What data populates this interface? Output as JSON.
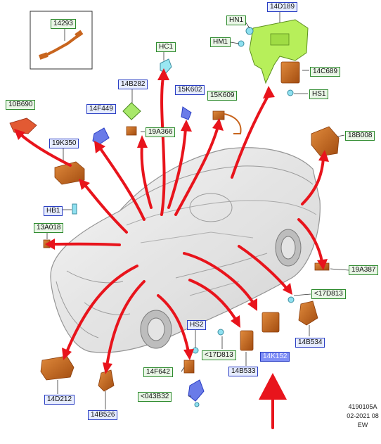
{
  "labels": {
    "L14293": "14293",
    "L14D189": "14D189",
    "LHN1": "HN1",
    "LHM1": "HM1",
    "LHC1": "HC1",
    "L14C689": "14C689",
    "LHS1": "HS1",
    "L14B282": "14B282",
    "L15K602": "15K602",
    "L15K609": "15K609",
    "L10B690": "10B690",
    "L14F449": "14F449",
    "L19A366": "19A366",
    "L19K350": "19K350",
    "L18B008": "18B008",
    "LHB1": "HB1",
    "L13A018": "13A018",
    "L19A387": "19A387",
    "L17D813a": "<17D813",
    "L14B534": "14B534",
    "LHS2": "HS2",
    "L17D813b": "<17D813",
    "L14K152": "14K152",
    "L14F642": "14F642",
    "L14B533": "14B533",
    "L043B32": "<043B32",
    "L14D212": "14D212",
    "L14B526": "14B526"
  },
  "footer": {
    "part_number": "4190105A",
    "date": "02-2021 08",
    "code": "EW"
  },
  "colors": {
    "arrow": "#e8141c",
    "part": "#c8651e",
    "part_blue": "#6a7be8",
    "part_green": "#b7ef5a",
    "label_green_border": "#2e8b2e",
    "label_blue_border": "#2b3fc4"
  }
}
